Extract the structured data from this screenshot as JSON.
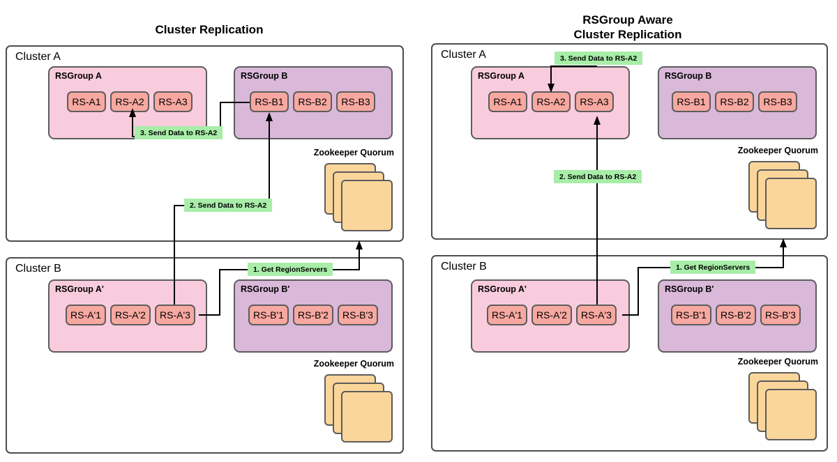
{
  "left_panel": {
    "title": "Cluster Replication",
    "cluster_a": {
      "label": "Cluster A",
      "rsgroup_a": {
        "label": "RSGroup A",
        "servers": [
          "RS-A1",
          "RS-A2",
          "RS-A3"
        ]
      },
      "rsgroup_b": {
        "label": "RSGroup B",
        "servers": [
          "RS-B1",
          "RS-B2",
          "RS-B3"
        ]
      },
      "zookeeper": {
        "label": "Zookeeper Quorum",
        "node_count": 3
      }
    },
    "cluster_b": {
      "label": "Cluster B",
      "rsgroup_a": {
        "label": "RSGroup A'",
        "servers": [
          "RS-A'1",
          "RS-A'2",
          "RS-A'3"
        ]
      },
      "rsgroup_b": {
        "label": "RSGroup B'",
        "servers": [
          "RS-B'1",
          "RS-B'2",
          "RS-B'3"
        ]
      },
      "zookeeper": {
        "label": "Zookeeper Quorum",
        "node_count": 3
      }
    },
    "steps": [
      {
        "id": "step1",
        "label": "1. Get RegionServers"
      },
      {
        "id": "step2",
        "label": "2. Send Data to RS-A2"
      },
      {
        "id": "step3",
        "label": "3. Send Data to RS-A2"
      }
    ]
  },
  "right_panel": {
    "title": "RSGroup Aware\nCluster Replication",
    "cluster_a": {
      "label": "Cluster A",
      "rsgroup_a": {
        "label": "RSGroup A",
        "servers": [
          "RS-A1",
          "RS-A2",
          "RS-A3"
        ]
      },
      "rsgroup_b": {
        "label": "RSGroup B",
        "servers": [
          "RS-B1",
          "RS-B2",
          "RS-B3"
        ]
      },
      "zookeeper": {
        "label": "Zookeeper Quorum",
        "node_count": 3
      }
    },
    "cluster_b": {
      "label": "Cluster B",
      "rsgroup_a": {
        "label": "RSGroup A'",
        "servers": [
          "RS-A'1",
          "RS-A'2",
          "RS-A'3"
        ]
      },
      "rsgroup_b": {
        "label": "RSGroup B'",
        "servers": [
          "RS-B'1",
          "RS-B'2",
          "RS-B'3"
        ]
      },
      "zookeeper": {
        "label": "Zookeeper Quorum",
        "node_count": 3
      }
    },
    "steps": [
      {
        "id": "step1",
        "label": "1. Get RegionServers"
      },
      {
        "id": "step2",
        "label": "2. Send Data to RS-A2"
      },
      {
        "id": "step3",
        "label": "3. Send Data to RS-A2"
      }
    ]
  },
  "colors": {
    "rsgroup_pink": "#f9ccdd",
    "rsgroup_purple": "#d9b8d9",
    "regionserver": "#f7a8a0",
    "zookeeper": "#fbd69a",
    "note": "#a8eda8",
    "border": "#5c5c5c",
    "cluster_border": "#4d4d4d"
  }
}
